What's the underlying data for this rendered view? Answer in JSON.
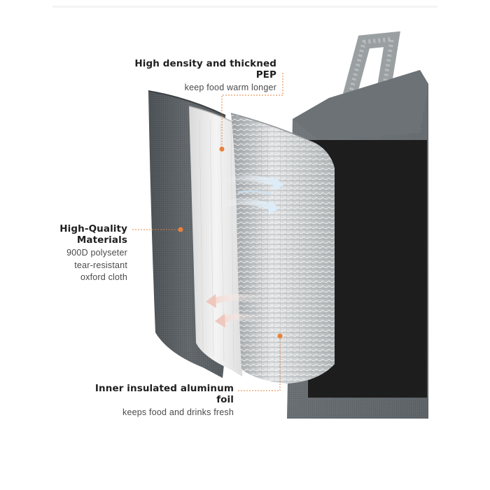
{
  "callouts": {
    "pep": {
      "heading": "High density and thickned PEP",
      "sub": "keep food warm longer"
    },
    "materials": {
      "heading_line1": "High-Quality",
      "heading_line2": "Materials",
      "sub_line1": "900D polyseter",
      "sub_line2": "tear-resistant",
      "sub_line3": "oxford cloth"
    },
    "foil": {
      "heading": "Inner insulated aluminum foil",
      "sub": "keeps food and drinks fresh"
    }
  },
  "colors": {
    "accent": "#e8823a",
    "fabric": "#5a6064",
    "interior": "#1c1c1c",
    "foil": "#c9ccce"
  }
}
